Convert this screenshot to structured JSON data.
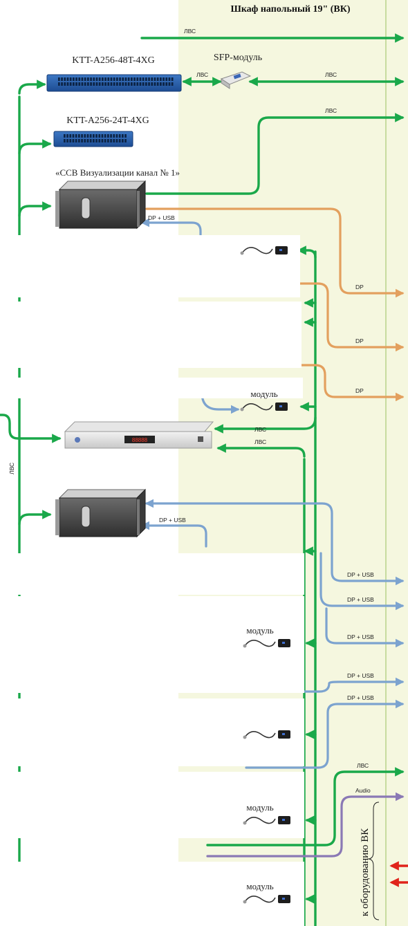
{
  "cabinet_title": "Шкаф напольный 19\" (ВК)",
  "devices": {
    "switch1_label": "KTT-A256-48T-4XG",
    "switch2_label": "KTT-A256-24T-4XG",
    "sfp_label": "SFP-модуль",
    "server_caption": "«ССВ Визуализации канал № 1»",
    "extender_caption": "модуль"
  },
  "links": {
    "lan": "ЛВС",
    "dp": "DP",
    "dp_usb": "DP + USB",
    "audio": "Audio"
  },
  "side_label": "к оборудованию ВК",
  "colors": {
    "lan": "#1aa84a",
    "dp": "#e3a05e",
    "dp_usb": "#7ca3cf",
    "audio": "#8a79b5",
    "ext": "#e0241b",
    "cabinet_bg": "#f5f7df",
    "cabinet_border": "#b8d28a"
  }
}
